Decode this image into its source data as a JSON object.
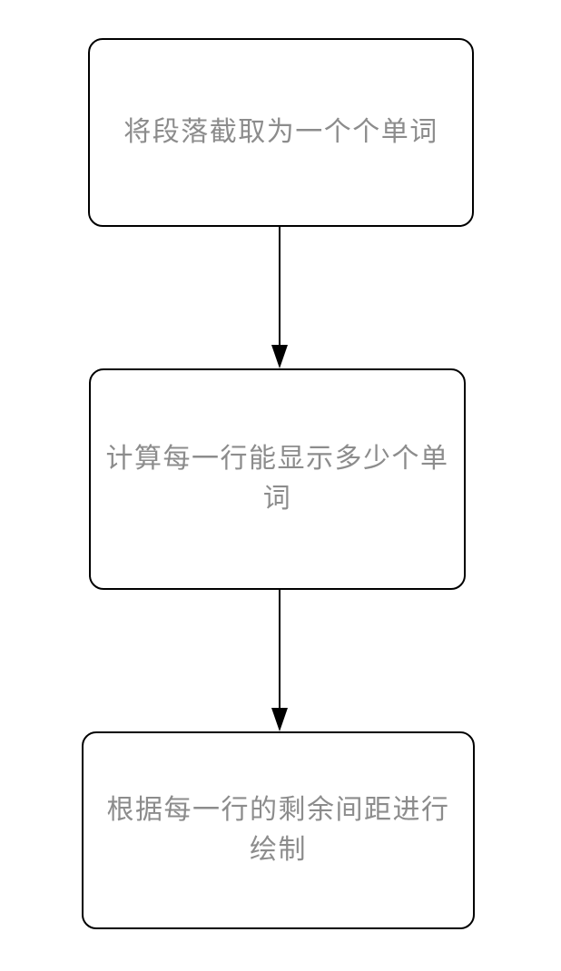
{
  "diagram": {
    "type": "flowchart",
    "direction": "top-down",
    "colors": {
      "background": "#ffffff",
      "node_border": "#000000",
      "node_fill": "#ffffff",
      "label_text": "#8c8c8c",
      "arrow": "#000000"
    },
    "nodes": [
      {
        "id": "step-1",
        "label": "将段落截取为一个个单词"
      },
      {
        "id": "step-2",
        "label": "计算每一行能显示多少个单词"
      },
      {
        "id": "step-3",
        "label": "根据每一行的剩余间距进行绘制"
      }
    ],
    "edges": [
      {
        "from": "step-1",
        "to": "step-2",
        "style": "solid-arrow-down"
      },
      {
        "from": "step-2",
        "to": "step-3",
        "style": "solid-arrow-down"
      }
    ]
  }
}
